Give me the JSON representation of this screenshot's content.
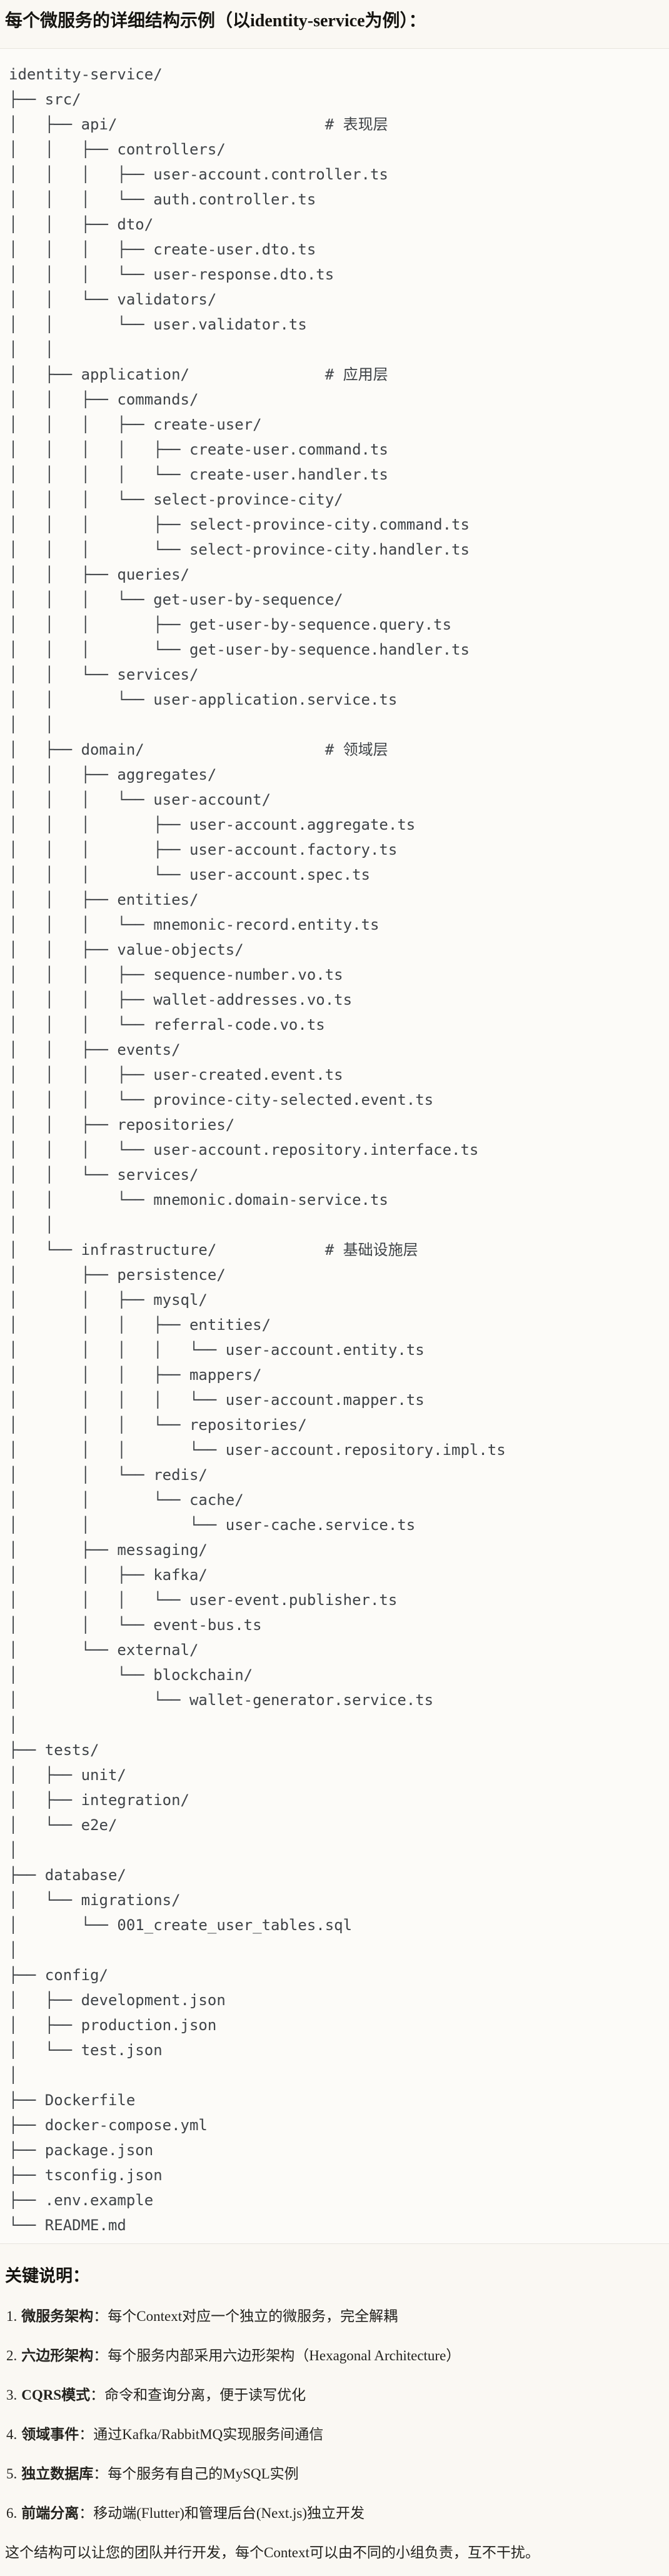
{
  "page": {
    "title": "每个微服务的详细结构示例（以identity-service为例）：",
    "colors": {
      "page_background": "#faf8f3",
      "code_background": "#fcfbf8",
      "code_border": "#e8e5de",
      "code_text": "#3f4347",
      "body_text": "#23221e"
    }
  },
  "tree": {
    "lines": [
      "identity-service/",
      "├── src/",
      "│   ├── api/                       # 表现层",
      "│   │   ├── controllers/",
      "│   │   │   ├── user-account.controller.ts",
      "│   │   │   └── auth.controller.ts",
      "│   │   ├── dto/",
      "│   │   │   ├── create-user.dto.ts",
      "│   │   │   └── user-response.dto.ts",
      "│   │   └── validators/",
      "│   │       └── user.validator.ts",
      "│   │",
      "│   ├── application/               # 应用层",
      "│   │   ├── commands/",
      "│   │   │   ├── create-user/",
      "│   │   │   │   ├── create-user.command.ts",
      "│   │   │   │   └── create-user.handler.ts",
      "│   │   │   └── select-province-city/",
      "│   │   │       ├── select-province-city.command.ts",
      "│   │   │       └── select-province-city.handler.ts",
      "│   │   ├── queries/",
      "│   │   │   └── get-user-by-sequence/",
      "│   │   │       ├── get-user-by-sequence.query.ts",
      "│   │   │       └── get-user-by-sequence.handler.ts",
      "│   │   └── services/",
      "│   │       └── user-application.service.ts",
      "│   │",
      "│   ├── domain/                    # 领域层",
      "│   │   ├── aggregates/",
      "│   │   │   └── user-account/",
      "│   │   │       ├── user-account.aggregate.ts",
      "│   │   │       ├── user-account.factory.ts",
      "│   │   │       └── user-account.spec.ts",
      "│   │   ├── entities/",
      "│   │   │   └── mnemonic-record.entity.ts",
      "│   │   ├── value-objects/",
      "│   │   │   ├── sequence-number.vo.ts",
      "│   │   │   ├── wallet-addresses.vo.ts",
      "│   │   │   └── referral-code.vo.ts",
      "│   │   ├── events/",
      "│   │   │   ├── user-created.event.ts",
      "│   │   │   └── province-city-selected.event.ts",
      "│   │   ├── repositories/",
      "│   │   │   └── user-account.repository.interface.ts",
      "│   │   └── services/",
      "│   │       └── mnemonic.domain-service.ts",
      "│   │",
      "│   └── infrastructure/            # 基础设施层",
      "│       ├── persistence/",
      "│       │   ├── mysql/",
      "│       │   │   ├── entities/",
      "│       │   │   │   └── user-account.entity.ts",
      "│       │   │   ├── mappers/",
      "│       │   │   │   └── user-account.mapper.ts",
      "│       │   │   └── repositories/",
      "│       │   │       └── user-account.repository.impl.ts",
      "│       │   └── redis/",
      "│       │       └── cache/",
      "│       │           └── user-cache.service.ts",
      "│       ├── messaging/",
      "│       │   ├── kafka/",
      "│       │   │   └── user-event.publisher.ts",
      "│       │   └── event-bus.ts",
      "│       └── external/",
      "│           └── blockchain/",
      "│               └── wallet-generator.service.ts",
      "│",
      "├── tests/",
      "│   ├── unit/",
      "│   ├── integration/",
      "│   └── e2e/",
      "│",
      "├── database/",
      "│   └── migrations/",
      "│       └── 001_create_user_tables.sql",
      "│",
      "├── config/",
      "│   ├── development.json",
      "│   ├── production.json",
      "│   └── test.json",
      "│",
      "├── Dockerfile",
      "├── docker-compose.yml",
      "├── package.json",
      "├── tsconfig.json",
      "├── .env.example",
      "└── README.md"
    ]
  },
  "notes": {
    "heading": "关键说明：",
    "items": [
      {
        "num": "1.",
        "label": "微服务架构",
        "text": "：每个Context对应一个独立的微服务，完全解耦"
      },
      {
        "num": "2.",
        "label": "六边形架构",
        "text": "：每个服务内部采用六边形架构（Hexagonal Architecture）"
      },
      {
        "num": "3.",
        "label": "CQRS模式",
        "text": "：命令和查询分离，便于读写优化"
      },
      {
        "num": "4.",
        "label": "领域事件",
        "text": "：通过Kafka/RabbitMQ实现服务间通信"
      },
      {
        "num": "5.",
        "label": "独立数据库",
        "text": "：每个服务有自己的MySQL实例"
      },
      {
        "num": "6.",
        "label": "前端分离",
        "text": "：移动端(Flutter)和管理后台(Next.js)独立开发"
      }
    ],
    "footer": "这个结构可以让您的团队并行开发，每个Context可以由不同的小组负责，互不干扰。"
  }
}
